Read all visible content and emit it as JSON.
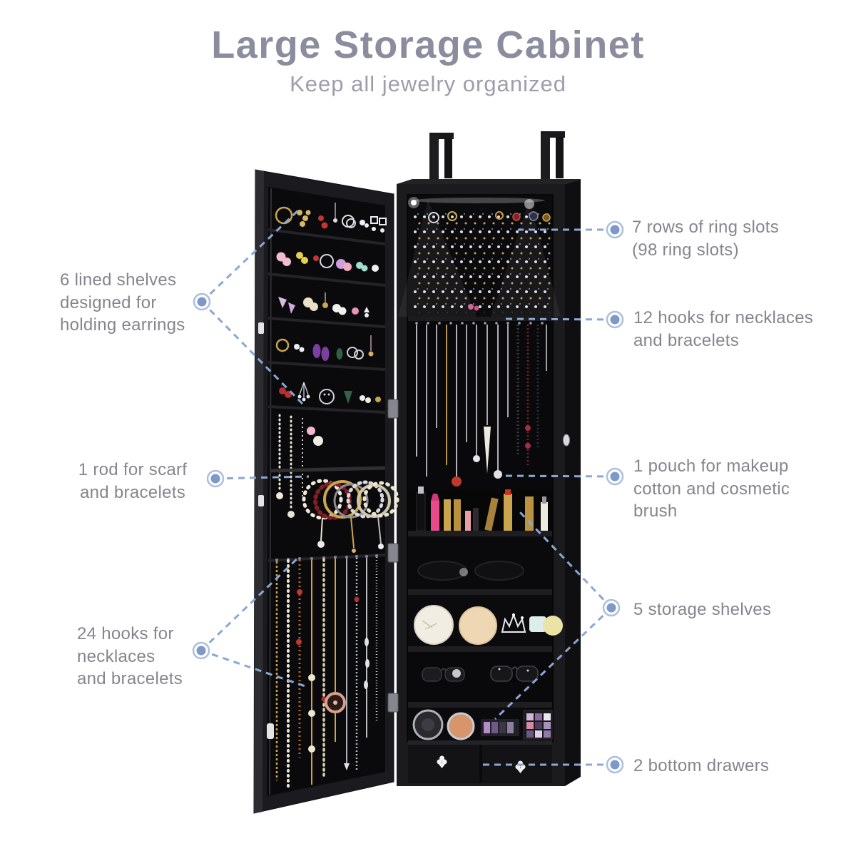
{
  "header": {
    "title": "Large Storage Cabinet",
    "subtitle": "Keep all jewelry organized"
  },
  "callouts": {
    "left": [
      {
        "name": "lined-shelves",
        "lines": [
          "6 lined shelves",
          "designed for",
          "holding earrings"
        ]
      },
      {
        "name": "scarf-rod",
        "lines": [
          "1 rod for scarf",
          "and bracelets"
        ]
      },
      {
        "name": "hooks-24",
        "lines": [
          "24 hooks for",
          "necklaces",
          "and bracelets"
        ]
      }
    ],
    "right": [
      {
        "name": "ring-slots",
        "lines": [
          "7 rows of ring slots",
          "(98 ring slots)"
        ]
      },
      {
        "name": "hooks-12",
        "lines": [
          "12 hooks for necklaces",
          "and bracelets"
        ]
      },
      {
        "name": "makeup-pouch",
        "lines": [
          "1 pouch for makeup",
          "cotton and cosmetic",
          "brush"
        ]
      },
      {
        "name": "storage-shelves",
        "lines": [
          "5 storage shelves"
        ]
      },
      {
        "name": "bottom-drawers",
        "lines": [
          "2 bottom drawers"
        ]
      }
    ]
  },
  "colors": {
    "title_text": "#8c8c9f",
    "subtitle_text": "#9d9dac",
    "callout_text": "#85858f",
    "connector_line": "#8ca7d3",
    "connector_dot_fill": "#7e99c8",
    "connector_dot_ring": "#aabfdf",
    "cabinet_black": "#1b1b1e"
  }
}
